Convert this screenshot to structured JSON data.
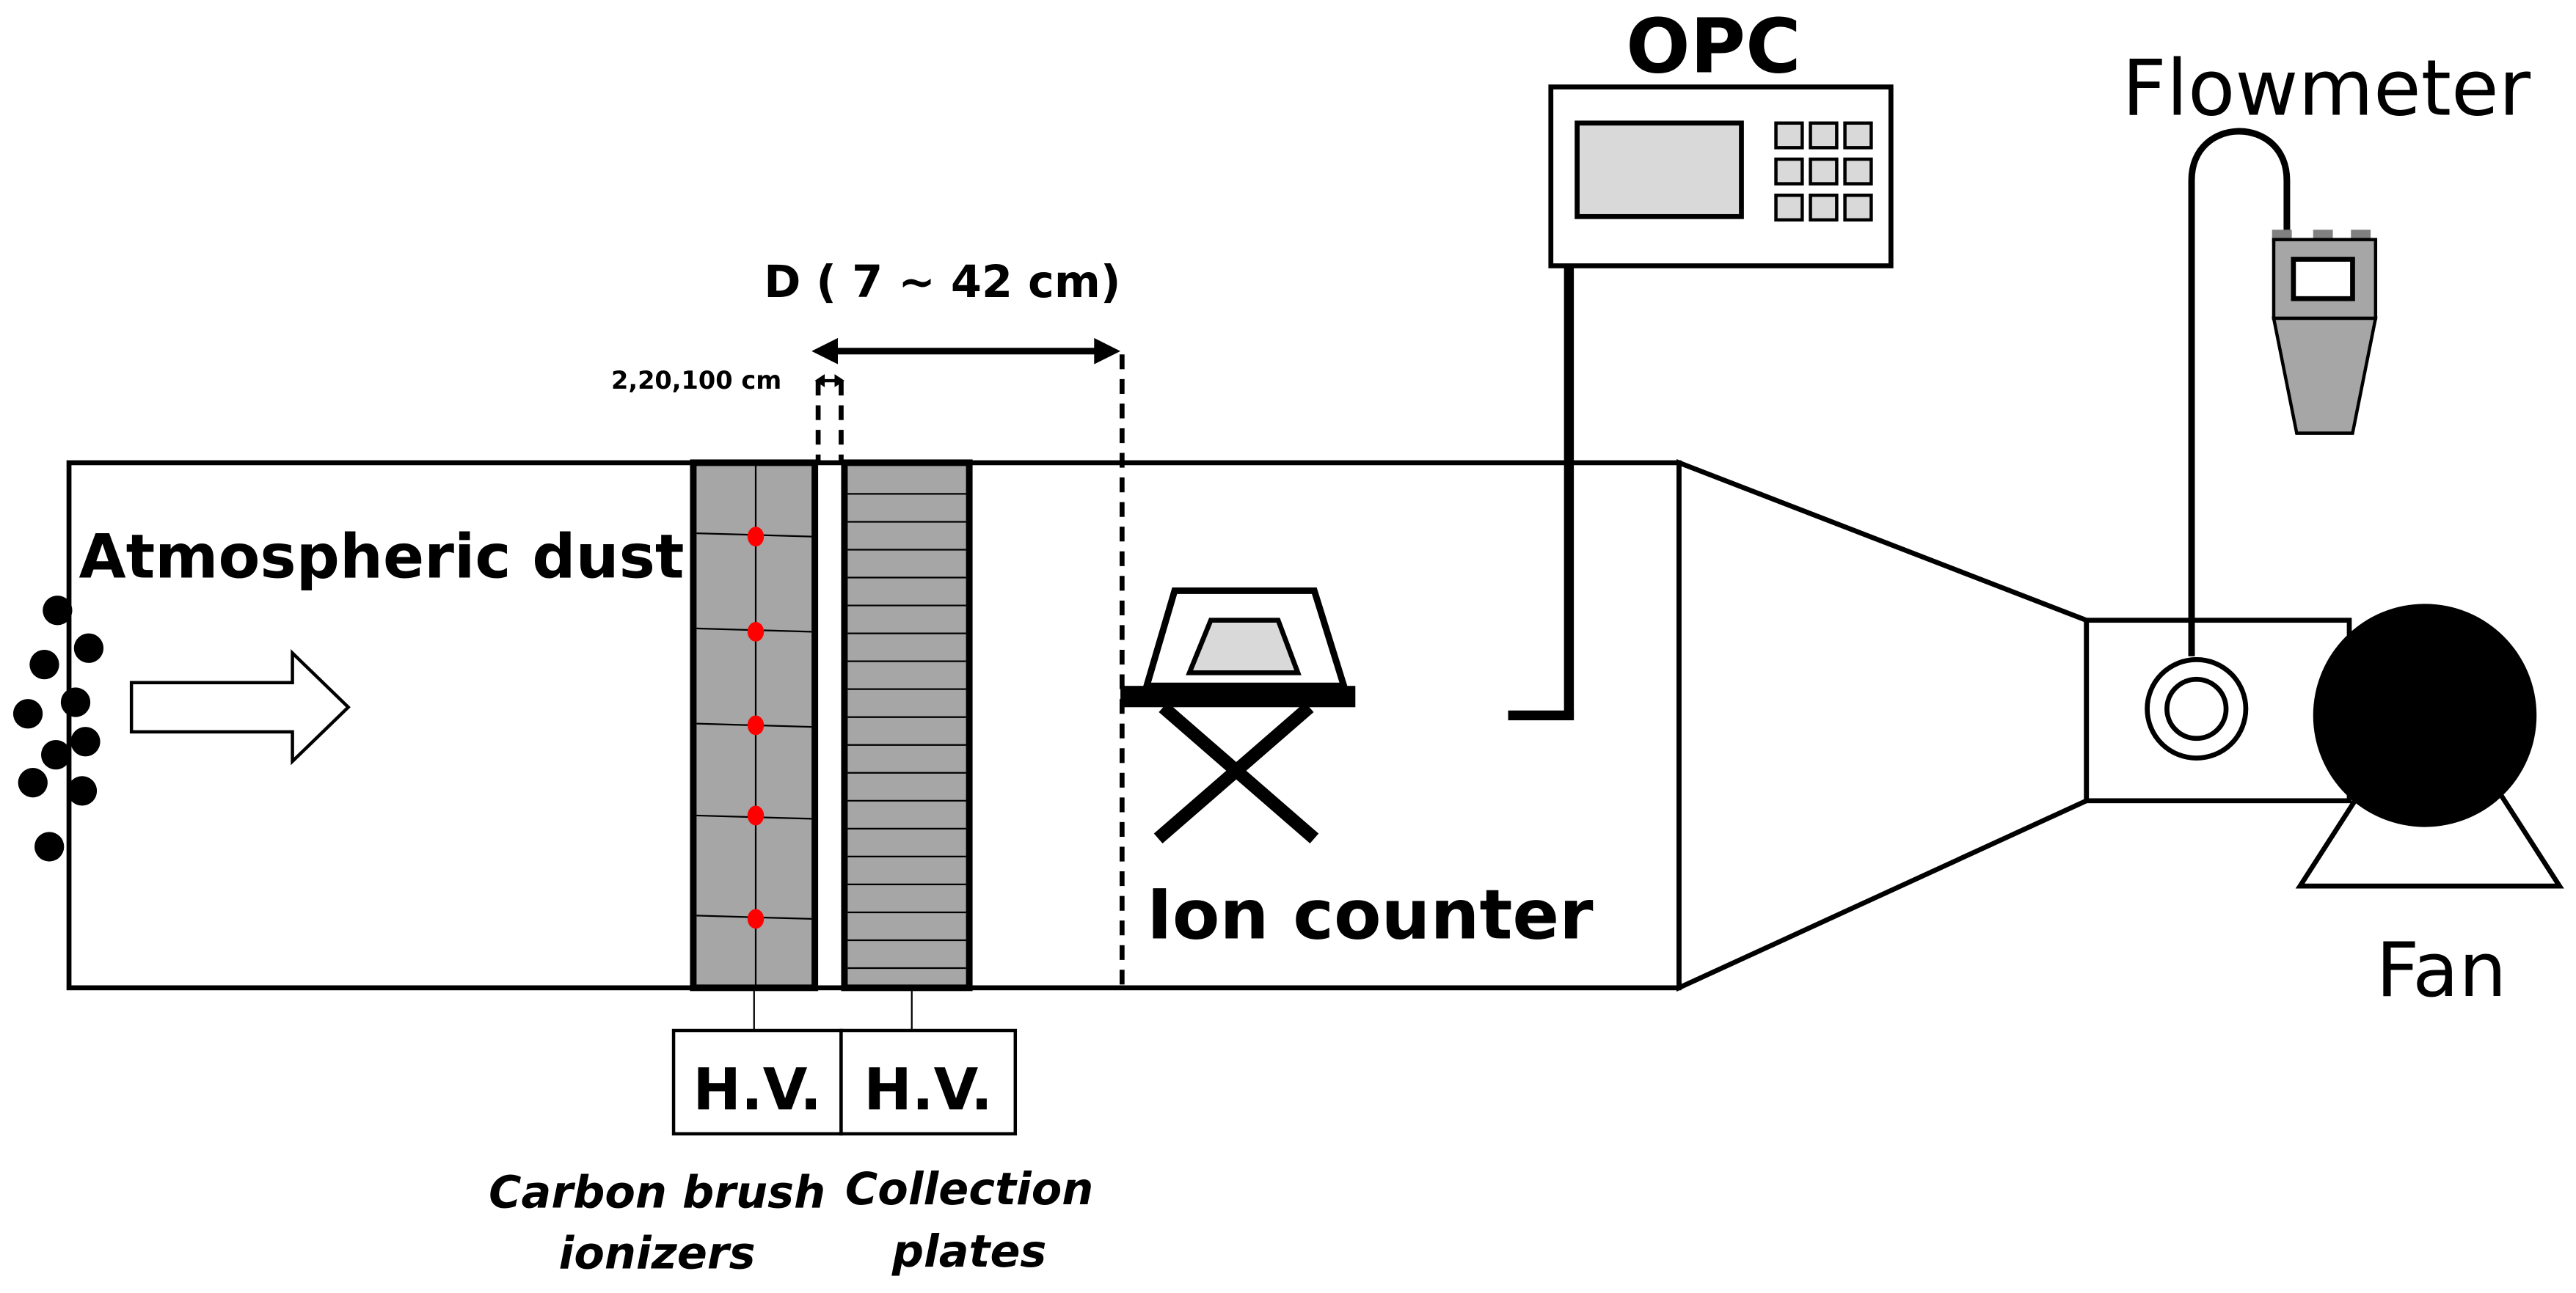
{
  "labels": {
    "atmospheric_dust": "Atmospheric dust",
    "distance": "D ( 7 ~ 42 cm)",
    "gap": "2,20,100  cm",
    "opc": "OPC",
    "flowmeter": "Flowmeter",
    "ion_counter": "Ion counter",
    "fan": "Fan",
    "hv_ionizer": "H.V.",
    "hv_plates": "H.V.",
    "ionizer_caption_line1": "Carbon brush",
    "ionizer_caption_line2": "ionizers",
    "plates_caption_line1": "Collection",
    "plates_caption_line2": "plates"
  },
  "colors": {
    "line": "#000000",
    "panel_gray": "#a6a6a6",
    "screen_gray": "#d9d9d9",
    "ionizer_point": "#ff0000",
    "background": "#ffffff"
  },
  "icons": [
    "dust-particle-icon",
    "airflow-arrow-icon",
    "ion-counter-icon",
    "opc-device-icon",
    "flowmeter-device-icon",
    "fan-icon"
  ]
}
